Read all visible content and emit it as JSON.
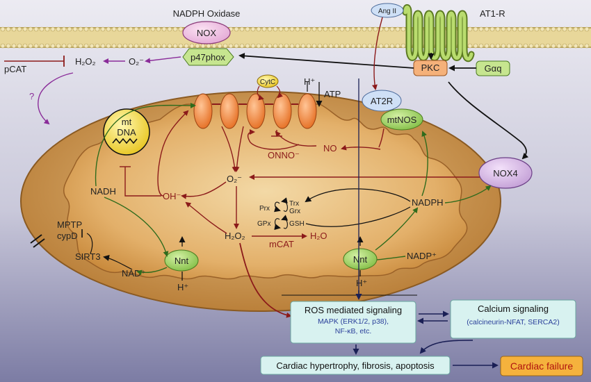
{
  "membrane": {
    "nadph_oxidase_label": "NADPH Oxidase",
    "nox_label": "NOX",
    "p47phox_label": "p47phox",
    "angii_label": "Ang II",
    "at1r_label": "AT1-R",
    "pkc_label": "PKC",
    "gaq_label": "Gαq"
  },
  "cytosol": {
    "pcat_label": "pCAT",
    "h2o2_label": "H₂O₂",
    "o2_label": "O₂⁻",
    "question_label": "?",
    "mptp_label": "MPTP",
    "cypd_label": "cypD",
    "sirt3_label": "SIRT3",
    "nad_label": "NAD⁺",
    "nox4_label": "NOX4",
    "nadp_label": "NADP⁺"
  },
  "mitochondrion": {
    "mtdna_line1": "mt",
    "mtdna_line2": "DNA",
    "cytc_label": "CytC",
    "hplus_top": "H⁺",
    "atp_label": "ATP",
    "at2r_label": "AT2R",
    "mtnos_label": "mtNOS",
    "no_label": "NO",
    "onno_label": "ONNO⁻",
    "o2_label": "O₂⁻",
    "nadh_label": "NADH",
    "oh_label": "OH⁻",
    "h2o2_label": "H₂O₂",
    "mcat_label": "mCAT",
    "h2o_label": "H₂O",
    "prx_label": "Prx",
    "trx_label": "Trx",
    "grx_label": "Grx",
    "gpx_label": "GPx",
    "gsh_label": "GSH",
    "nadph_label": "NADPH",
    "nnt_left_label": "Nnt",
    "nnt_right_label": "Nnt",
    "hplus_left": "H⁺",
    "hplus_right": "H⁺"
  },
  "signaling": {
    "ros_title": "ROS mediated signaling",
    "ros_line1": "MAPK (ERK1/2, p38),",
    "ros_line2": "NF-κB, etc.",
    "calcium_title": "Calcium signaling",
    "calcium_line1": "(calcineurin-NFAT, SERCA2)",
    "hypertrophy_label": "Cardiac hypertrophy, fibrosis, apoptosis",
    "failure_label": "Cardiac failure"
  },
  "colors": {
    "background_top": "#e6e6ef",
    "background_bottom": "#7f7fa6",
    "membrane": "#e8d79a",
    "matrix": "#e0ac5f",
    "complex": "#f08a3c",
    "green_node": "#a8d66a",
    "nox_pink": "#f0c8e8",
    "signal_box": "#d8f2f0",
    "failure_box": "#f5b23d",
    "red_arrow": "#8b1a1a",
    "green_arrow": "#2e6b1c",
    "purple_arrow": "#8a2c99"
  }
}
